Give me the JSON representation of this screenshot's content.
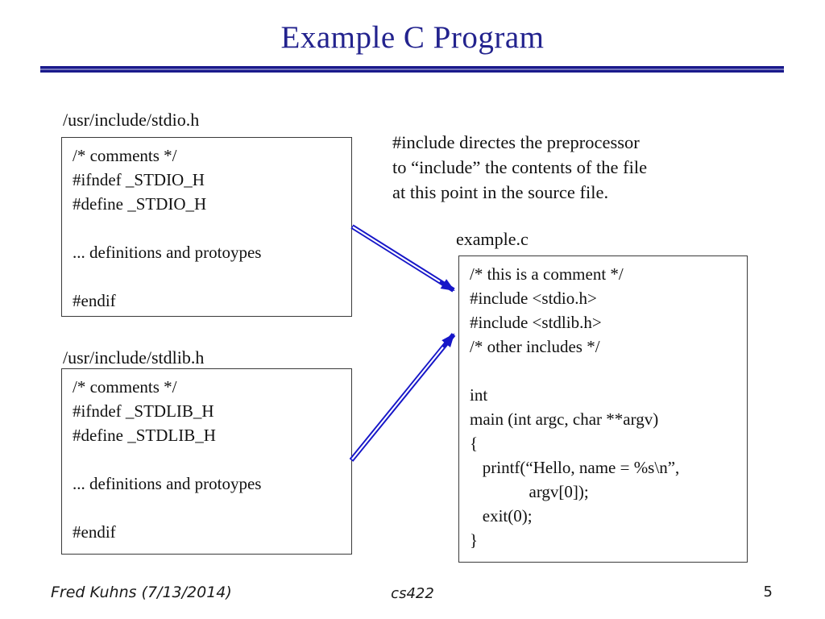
{
  "colors": {
    "title": "#23238E",
    "rule": "#1A1A8C",
    "rule_gap": "#C9CDEA",
    "arrow": "#1616C8"
  },
  "title": "Example C Program",
  "note": "#include directes the preprocessor\nto “include” the contents of the file\nat this point in the source file.",
  "stdio": {
    "label": "/usr/include/stdio.h",
    "code": "/* comments */\n#ifndef _STDIO_H\n#define _STDIO_H\n\n... definitions and protoypes\n\n#endif"
  },
  "stdlib": {
    "label": "/usr/include/stdlib.h",
    "code": "/* comments */\n#ifndef _STDLIB_H\n#define _STDLIB_H\n\n... definitions and protoypes\n\n#endif"
  },
  "example": {
    "label": "example.c",
    "code": "/* this is a comment */\n#include <stdio.h>\n#include <stdlib.h>\n/* other includes */\n\nint\nmain (int argc, char **argv)\n{\n   printf(“Hello, name = %s\\n”,\n              argv[0]);\n   exit(0);\n}"
  },
  "footer": {
    "author": "Fred Kuhns (7/13/2014)",
    "course": "cs422",
    "page": "5"
  }
}
